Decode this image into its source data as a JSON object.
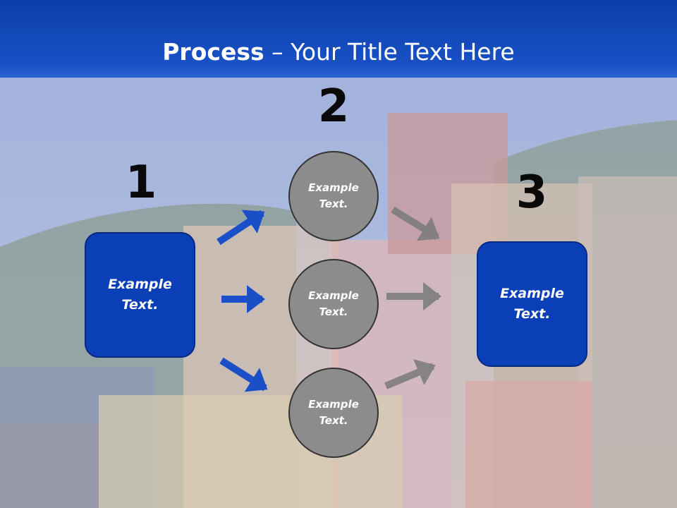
{
  "header": {
    "title_bold": "Process",
    "title_rest": " – Your Title Text Here"
  },
  "steps": {
    "one": "1",
    "two": "2",
    "three": "3"
  },
  "left_box": {
    "line1": "Example",
    "line2": "Text."
  },
  "right_box": {
    "line1": "Example",
    "line2": "Text."
  },
  "circles": [
    {
      "line1": "Example",
      "line2": "Text."
    },
    {
      "line1": "Example",
      "line2": "Text."
    },
    {
      "line1": "Example",
      "line2": "Text."
    }
  ],
  "colors": {
    "header": "#1850c4",
    "box": "#0b3fb8",
    "circle": "#8c8c8c",
    "blue_arrow": "#1a4fc8",
    "gray_arrow": "#7a7a7a"
  }
}
